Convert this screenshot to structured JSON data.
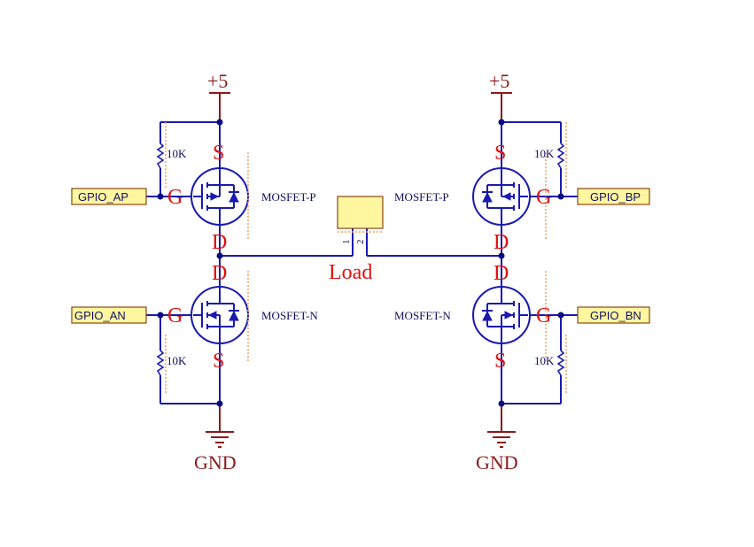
{
  "power": {
    "left_label": "+5",
    "right_label": "+5"
  },
  "ground": {
    "left_label": "GND",
    "right_label": "GND"
  },
  "ports": {
    "ap": "GPIO_AP",
    "an": "GPIO_AN",
    "bp": "GPIO_BP",
    "bn": "GPIO_BN"
  },
  "resistors": {
    "r1": "10K",
    "r2": "10K",
    "r3": "10K",
    "r4": "10K"
  },
  "mosfets": {
    "q1": {
      "type": "MOSFET-P",
      "gate": "G",
      "source": "S",
      "drain": "D"
    },
    "q2": {
      "type": "MOSFET-N",
      "gate": "G",
      "source": "S",
      "drain": "D"
    },
    "q3": {
      "type": "MOSFET-P",
      "gate": "G",
      "source": "S",
      "drain": "D"
    },
    "q4": {
      "type": "MOSFET-N",
      "gate": "G",
      "source": "S",
      "drain": "D"
    }
  },
  "load": {
    "label": "Load",
    "pin1": "1",
    "pin2": "2"
  },
  "colors": {
    "wire": "#1a1ab0",
    "pin_label": "#e01010",
    "rail": "#8b1a1a",
    "port_fill": "#fff7a0"
  }
}
